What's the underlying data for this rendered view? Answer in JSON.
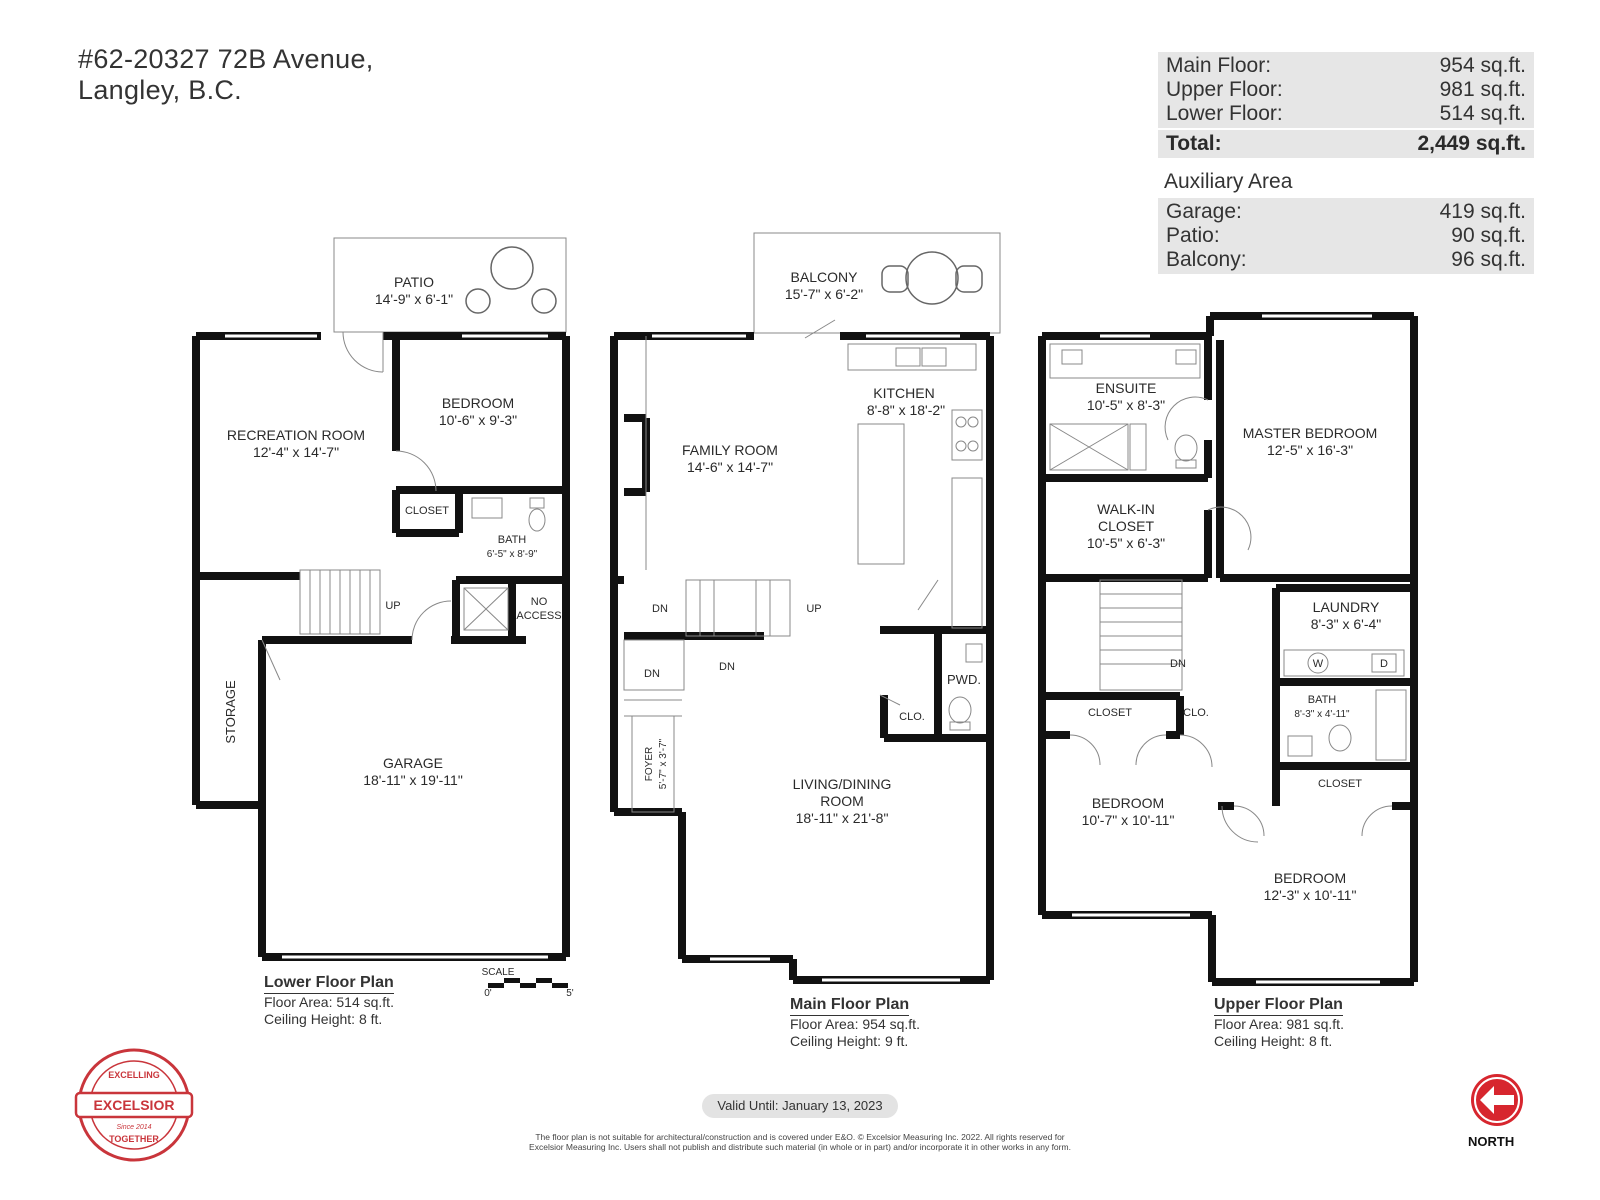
{
  "address": {
    "line1": "#62-20327 72B Avenue,",
    "line2": "Langley, B.C."
  },
  "areas": {
    "rows": [
      {
        "label": "Main Floor:",
        "value": "954 sq.ft."
      },
      {
        "label": "Upper Floor:",
        "value": "981 sq.ft."
      },
      {
        "label": "Lower Floor:",
        "value": "514 sq.ft."
      }
    ],
    "total": {
      "label": "Total:",
      "value": "2,449 sq.ft."
    },
    "auxiliary_heading": "Auxiliary Area",
    "auxiliary": [
      {
        "label": "Garage:",
        "value": "419 sq.ft."
      },
      {
        "label": "Patio:",
        "value": "90 sq.ft."
      },
      {
        "label": "Balcony:",
        "value": "96 sq.ft."
      }
    ]
  },
  "lower": {
    "title": "Lower Floor Plan",
    "area": "Floor Area: 514 sq.ft.",
    "ceiling": "Ceiling Height: 8 ft.",
    "patio": {
      "name": "PATIO",
      "dim": "14'-9\" x  6'-1\""
    },
    "recreation": {
      "name": "RECREATION ROOM",
      "dim": "12'-4\" x 14'-7\""
    },
    "bedroom": {
      "name": "BEDROOM",
      "dim": "10'-6\" x  9'-3\""
    },
    "closet": "CLOSET",
    "bath": {
      "name": "BATH",
      "dim": "6'-5\" x 8'-9\""
    },
    "up": "UP",
    "noaccess1": "NO",
    "noaccess2": "ACCESS",
    "storage": "STORAGE",
    "garage": {
      "name": "GARAGE",
      "dim": "18'-11\" x 19'-11\""
    },
    "scale": "SCALE",
    "scale0": "0'",
    "scale5": "5'"
  },
  "main": {
    "title": "Main Floor Plan",
    "area": "Floor Area: 954 sq.ft.",
    "ceiling": "Ceiling Height: 9 ft.",
    "balcony": {
      "name": "BALCONY",
      "dim": "15'-7\" x  6'-2\""
    },
    "kitchen": {
      "name": "KITCHEN",
      "dim": "8'-8\" x 18'-2\""
    },
    "family": {
      "name": "FAMILY ROOM",
      "dim": "14'-6\" x 14'-7\""
    },
    "dn": "DN",
    "up": "UP",
    "pwd": "PWD.",
    "clo": "CLO.",
    "foyer": "FOYER",
    "foyer_dim": "5'-7\" x 3'-7\"",
    "living1": "LIVING/DINING",
    "living2": "ROOM",
    "living_dim": "18'-11\" x 21'-8\""
  },
  "upper": {
    "title": "Upper Floor Plan",
    "area": "Floor Area: 981 sq.ft.",
    "ceiling": "Ceiling Height: 8 ft.",
    "ensuite": {
      "name": "ENSUITE",
      "dim": "10'-5\" x  8'-3\""
    },
    "master": {
      "name": "MASTER BEDROOM",
      "dim": "12'-5\" x 16'-3\""
    },
    "walkin1": "WALK-IN",
    "walkin2": "CLOSET",
    "walkin_dim": "10'-5\" x  6'-3\"",
    "laundry": {
      "name": "LAUNDRY",
      "dim": "8'-3\" x  6'-4\""
    },
    "washer": "W",
    "dryer": "D",
    "dn": "DN",
    "closet": "CLOSET",
    "clo": "CLO.",
    "bath": {
      "name": "BATH",
      "dim": "8'-3\" x 4'-11\""
    },
    "bedroom1": {
      "name": "BEDROOM",
      "dim": "10'-7\" x 10'-11\""
    },
    "closet2": "CLOSET",
    "bedroom2": {
      "name": "BEDROOM",
      "dim": "12'-3\" x 10'-11\""
    }
  },
  "valid": "Valid Until: January 13, 2023",
  "disclaimer": {
    "line1": "The floor plan is not suitable for architectural/construction and is covered under E&O. © Excelsior Measuring Inc. 2022. All rights reserved for",
    "line2": "Excelsior Measuring Inc. Users shall not publish and distribute such material (in whole or in part) and/or incorporate it in other works in any form."
  },
  "logo": {
    "top": "EXCELLING",
    "name": "EXCELSIOR",
    "since": "Since 2014",
    "bottom": "TOGETHER"
  },
  "north": {
    "label": "NORTH"
  },
  "colors": {
    "wall": "#111111",
    "panel": "#e6e6e6",
    "north": "#d7262e",
    "logo": "#c9353b"
  }
}
